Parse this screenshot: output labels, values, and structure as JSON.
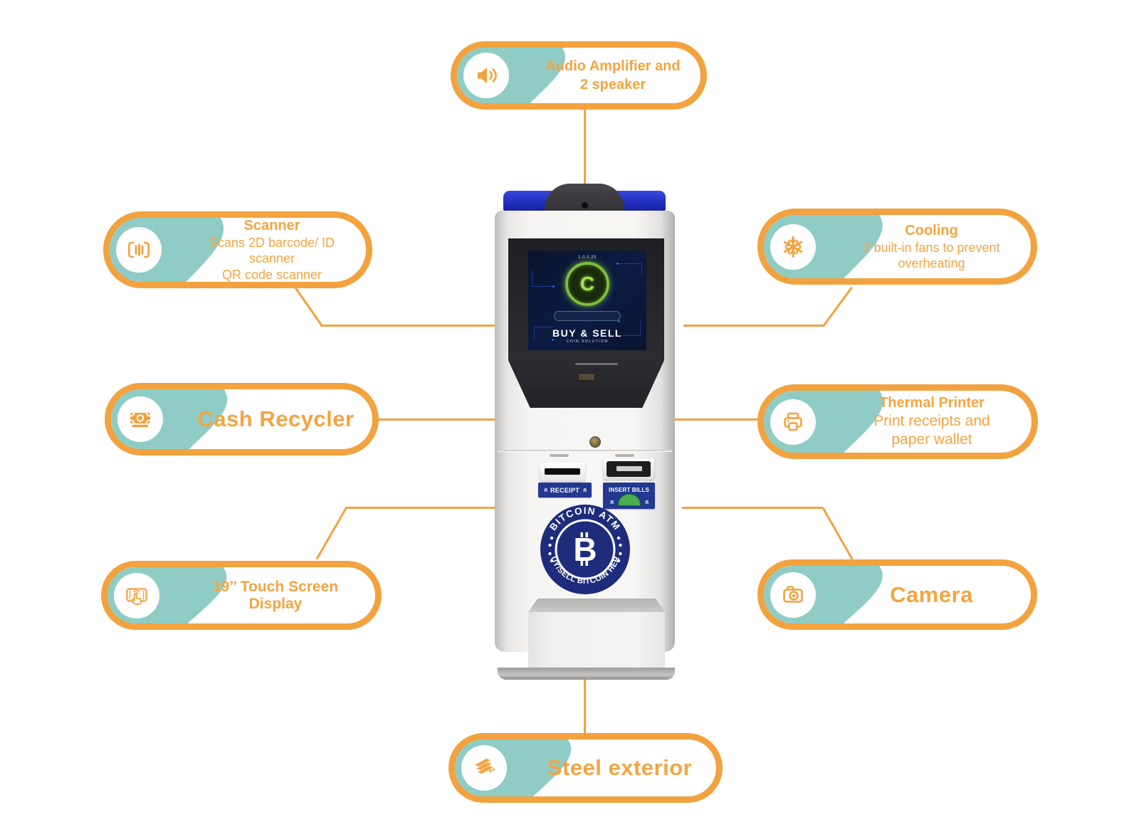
{
  "colors": {
    "accent_orange": "#F2A23E",
    "teal": "#8FCCC6",
    "badge_navy": "#1F2C7B",
    "label_navy": "#23388F",
    "screen_navy": "#0A142E",
    "topbar_blue": "#2733C0",
    "coin_green": "#7DBE3C",
    "bill_green": "#46AF52"
  },
  "callouts": {
    "audio": {
      "icon": "speaker-icon",
      "lines": [
        "Audio Amplifier and",
        "2 speaker"
      ]
    },
    "scanner": {
      "icon": "barcode-scanner-icon",
      "title": "Scanner",
      "lines": [
        "Scans 2D barcode/ ID scanner",
        "QR code scanner"
      ]
    },
    "cooling": {
      "icon": "snowflake-icon",
      "title": "Cooling",
      "lines": [
        "2 built-in fans to prevent",
        "overheating"
      ]
    },
    "cash_recycler": {
      "icon": "banknote-icon",
      "title": "Cash Recycler"
    },
    "thermal_printer": {
      "icon": "printer-icon",
      "title": "Thermal Printer",
      "lines": [
        "Print receipts and",
        "paper wallet"
      ]
    },
    "touch_screen": {
      "icon": "touch-screen-icon",
      "title": "19’’ Touch Screen Display"
    },
    "camera": {
      "icon": "camera-icon",
      "title": "Camera"
    },
    "steel": {
      "icon": "steel-sheets-icon",
      "title": "Steel exterior"
    }
  },
  "machine": {
    "screen": {
      "version": "1.0.0.25",
      "headline": "BUY & SELL",
      "subheadline": "COIN SOLUTION",
      "coin_letter": "C"
    },
    "receipt_label": "RECEIPT",
    "insert_bills_label": "INSERT BILLS",
    "chevrons": "«",
    "logo": {
      "arc_top": "BITCOIN ATM",
      "arc_bottom": "BUY/SELL BITCOIN HERE",
      "symbol": "₿"
    }
  }
}
